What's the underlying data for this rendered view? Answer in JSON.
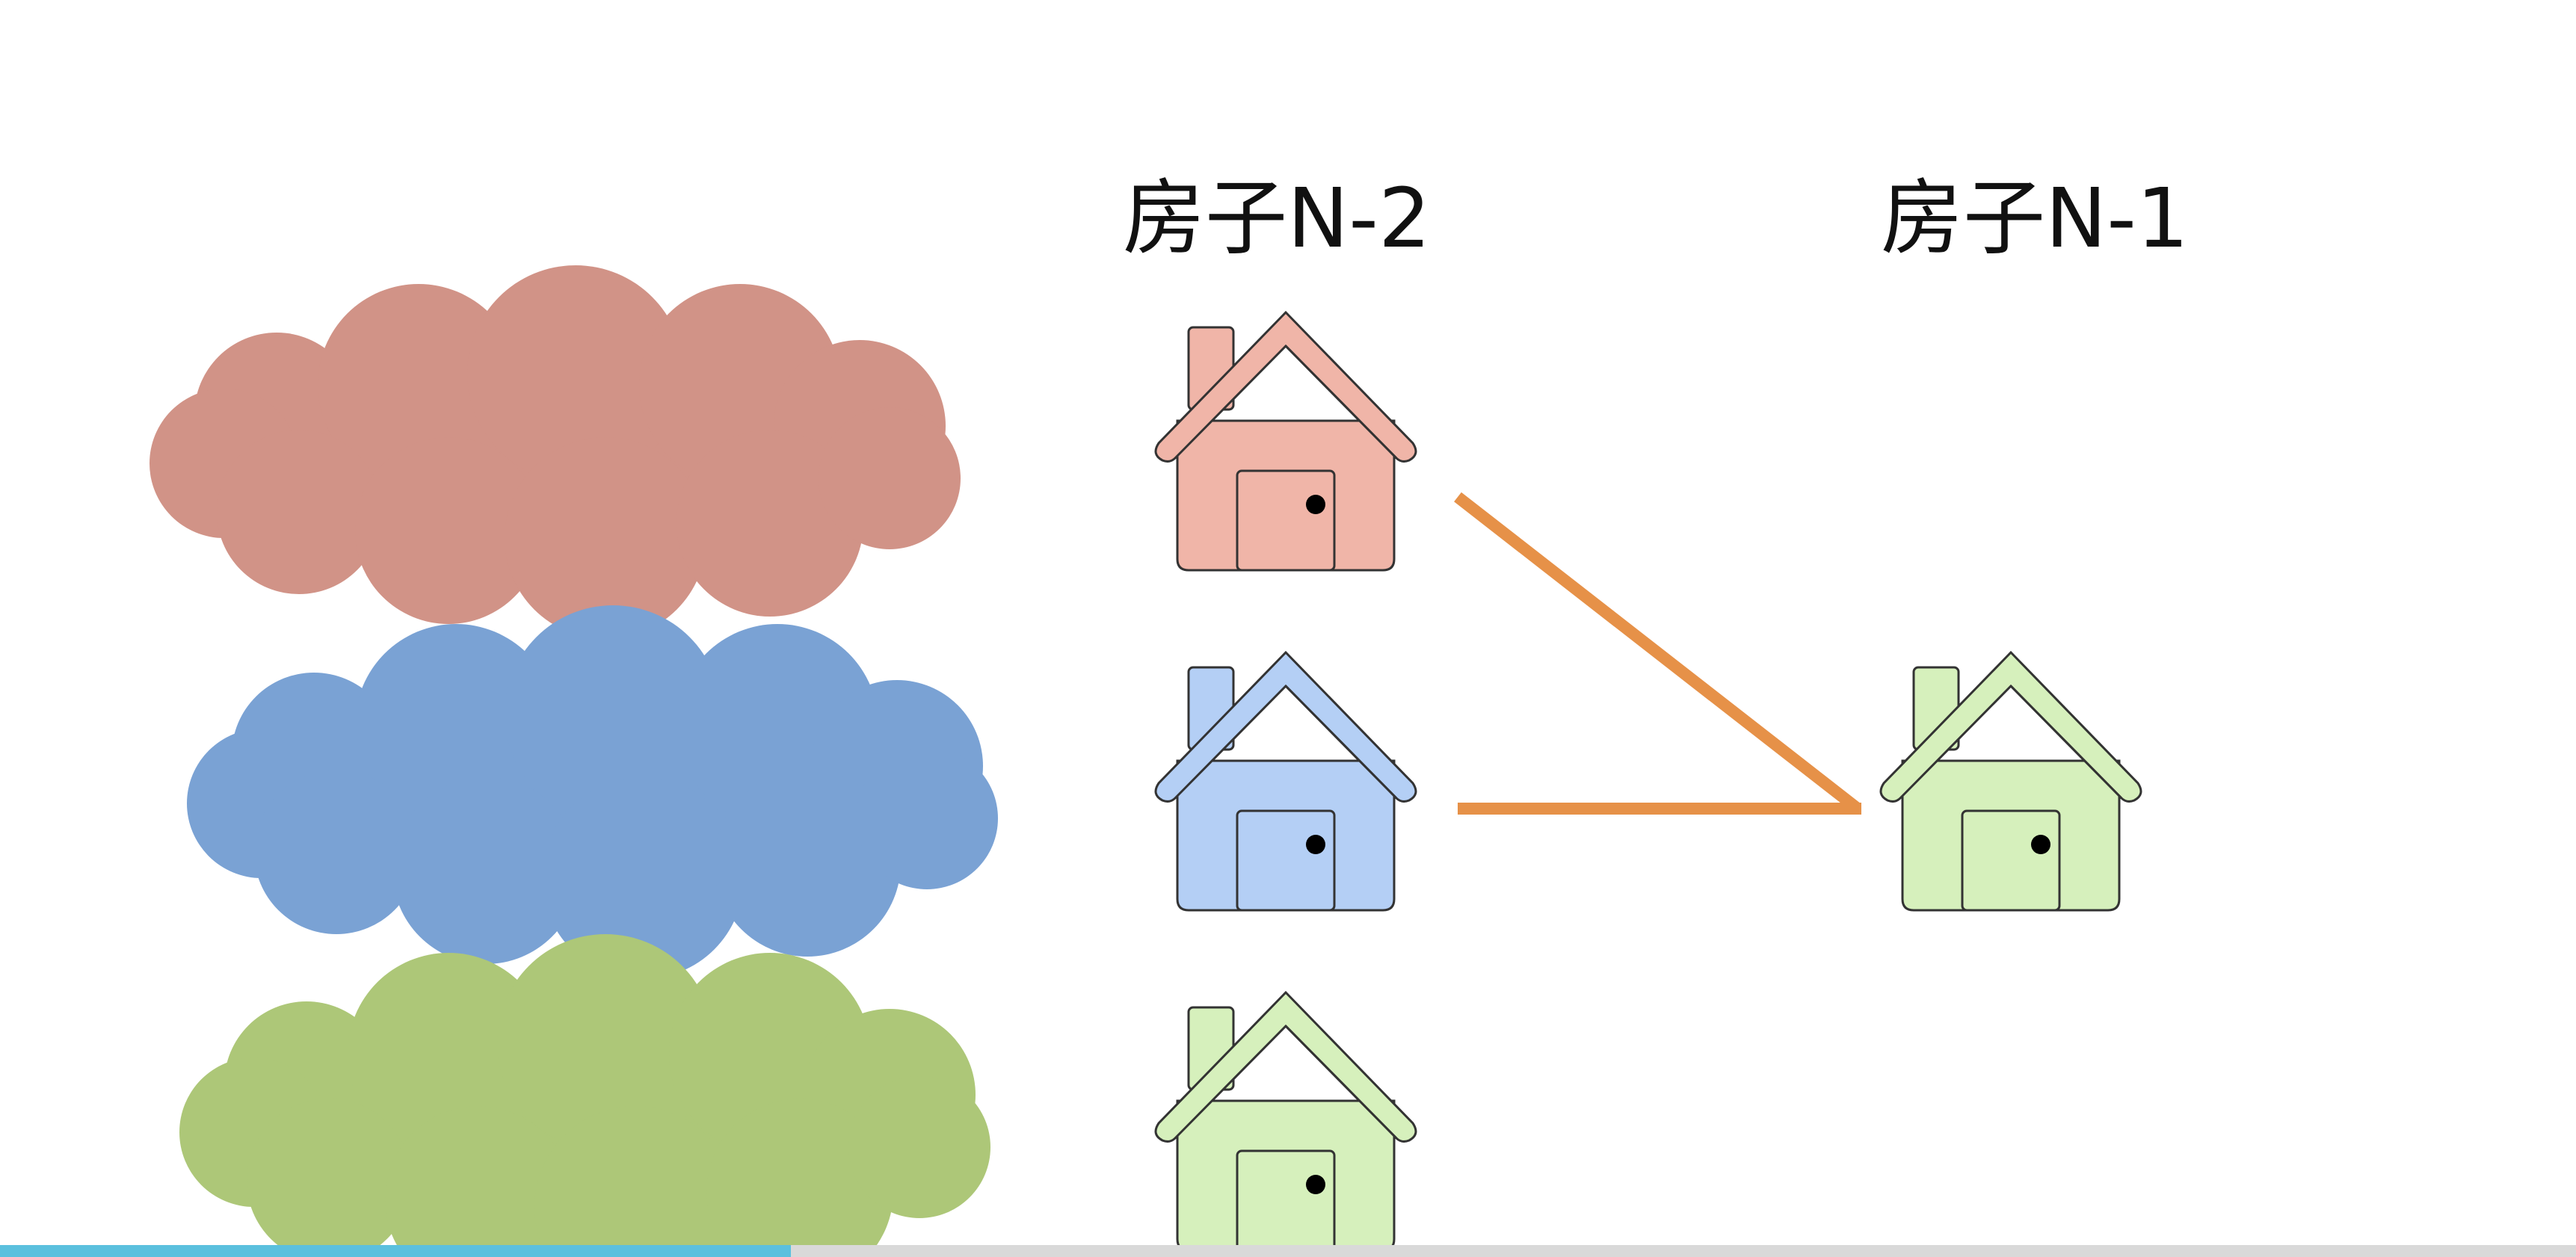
{
  "labels": {
    "col_n2": "房子N-2",
    "col_n1": "房子N-1"
  },
  "colors": {
    "cloud_red": "#d19387",
    "cloud_blue": "#7aa2d4",
    "cloud_green": "#adc778",
    "house_red": "#f0b5a8",
    "house_blue": "#b4cff5",
    "house_green": "#d6f0bc",
    "connector": "#e69148",
    "progress": "#5bc0de"
  },
  "icons": {
    "cloud": "cloud-icon",
    "house": "house-icon"
  },
  "progress": {
    "fraction": 0.307
  }
}
